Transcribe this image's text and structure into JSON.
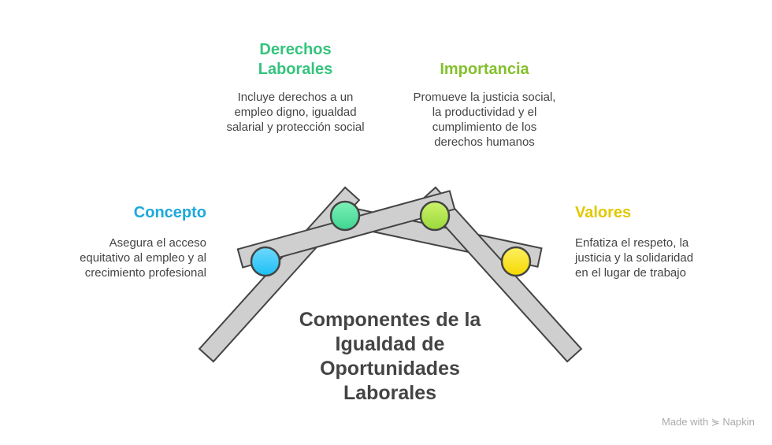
{
  "title": "Componentes de la Igualdad de Oportunidades Laborales",
  "items": [
    {
      "heading": "Concepto",
      "text": "Asegura el acceso equitativo al empleo y al crecimiento profesional",
      "color": "#1ca9dc"
    },
    {
      "heading": "Derechos Laborales",
      "text": "Incluye derechos a un empleo digno, igualdad salarial y protección social",
      "color": "#34c47c"
    },
    {
      "heading": "Importancia",
      "text": "Promueve la justicia social, la productividad y el cumplimiento de los derechos humanos",
      "color": "#84c02c"
    },
    {
      "heading": "Valores",
      "text": "Enfatiza el respeto, la justicia y la solidaridad en el lugar de trabajo",
      "color": "#e2c800"
    }
  ],
  "watermark": "Made with ⋟ Napkin"
}
